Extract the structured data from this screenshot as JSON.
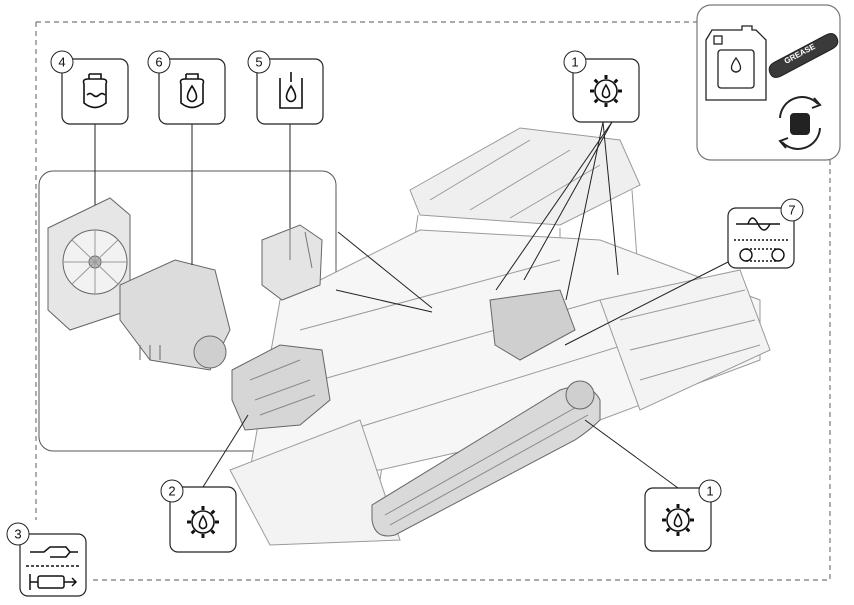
{
  "callouts": [
    {
      "number": "4",
      "icon": "coolant-icon"
    },
    {
      "number": "6",
      "icon": "engine-oil-icon"
    },
    {
      "number": "5",
      "icon": "hydraulic-tank-icon"
    },
    {
      "number": "1",
      "icon": "gear-oil-icon"
    },
    {
      "number": "7",
      "icon": "drive-chain-icon"
    },
    {
      "number": "2",
      "icon": "gear-oil-icon"
    },
    {
      "number": "1",
      "icon": "gear-oil-icon"
    },
    {
      "number": "3",
      "icon": "grease-fitting-icon"
    }
  ],
  "legend": {
    "grease_label": "GREASE",
    "icons": [
      "oil-canister-icon",
      "grease-tube-icon",
      "manual-lubrication-icon"
    ]
  },
  "colors": {
    "line": "#222222",
    "frame_dash": "#777777",
    "drawing_gray": "#bdbdbd",
    "box_fill": "#ffffff"
  }
}
